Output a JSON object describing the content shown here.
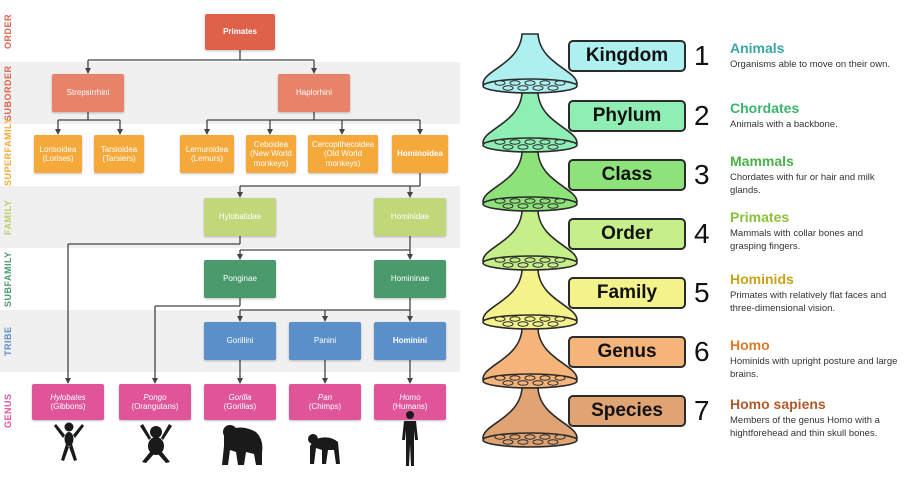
{
  "tree": {
    "ranks": [
      {
        "label": "ORDER",
        "color": "#e0614a",
        "bg": "#ffffff"
      },
      {
        "label": "SUBORDER",
        "color": "#e0614a",
        "bg": "#f0f0f0"
      },
      {
        "label": "SUPERFAMILY",
        "color": "#f4a93a",
        "bg": "#ffffff"
      },
      {
        "label": "FAMILY",
        "color": "#b9cf6b",
        "bg": "#f0f0f0"
      },
      {
        "label": "SUBFAMILY",
        "color": "#4a9a6e",
        "bg": "#ffffff"
      },
      {
        "label": "TRIBE",
        "color": "#5a8fc9",
        "bg": "#f0f0f0"
      },
      {
        "label": "GENUS",
        "color": "#e0559a",
        "bg": "#ffffff"
      }
    ],
    "nodes": {
      "primates": {
        "l1": "Primates"
      },
      "strepsirrhini": {
        "l1": "Strepsirrhini"
      },
      "haplorhini": {
        "l1": "Haplorhini"
      },
      "lorisoidea": {
        "l1": "Lorisoidea",
        "l2": "(Lorises)"
      },
      "tarsioidea": {
        "l1": "Tarsioidea",
        "l2": "(Tarsiers)"
      },
      "lemuroidea": {
        "l1": "Lemuroidea",
        "l2": "(Lemurs)"
      },
      "ceboidea": {
        "l1": "Ceboidea",
        "l2": "(New World",
        "l3": "monkeys)"
      },
      "cercopithecoidea": {
        "l1": "Cercopithecoidea",
        "l2": "(Old World",
        "l3": "monkeys)"
      },
      "hominoidea": {
        "l1": "Hominoidea"
      },
      "hylobatidae": {
        "l1": "Hylobatidae"
      },
      "hominidae": {
        "l1": "Hominidae"
      },
      "ponginae": {
        "l1": "Ponginae"
      },
      "homininae": {
        "l1": "Homininae"
      },
      "gorillini": {
        "l1": "Gorillini"
      },
      "panini": {
        "l1": "Panini"
      },
      "hominini": {
        "l1": "Hominini"
      },
      "hylobates": {
        "l1": "Hylobates",
        "l2": "(Gibbons)"
      },
      "pongo": {
        "l1": "Pongo",
        "l2": "(Orangutans)"
      },
      "gorilla": {
        "l1": "Gorilla",
        "l2": "(Gorillas)"
      },
      "pan": {
        "l1": "Pan",
        "l2": "(Chimps)"
      },
      "homo": {
        "l1": "Homo",
        "l2": "(Humans)"
      }
    }
  },
  "hierarchy": {
    "levels": [
      {
        "rank": "Kingdom",
        "num": "1",
        "name": "Animals",
        "desc": "Organisms able to move on their own.",
        "fill": "#aef0ef",
        "name_color": "#3aa6a6"
      },
      {
        "rank": "Phylum",
        "num": "2",
        "name": "Chordates",
        "desc": "Animals with a backbone.",
        "fill": "#8eeeb4",
        "name_color": "#3ab56e"
      },
      {
        "rank": "Class",
        "num": "3",
        "name": "Mammals",
        "desc": "Chordates with fur or hair and milk glands.",
        "fill": "#8ee27a",
        "name_color": "#4ab04a"
      },
      {
        "rank": "Order",
        "num": "4",
        "name": "Primates",
        "desc": "Mammals with collar bones and grasping fingers.",
        "fill": "#c6ef8a",
        "name_color": "#8cbf3a"
      },
      {
        "rank": "Family",
        "num": "5",
        "name": "Hominids",
        "desc": "Primates with relatively flat faces and three-dimensional vision.",
        "fill": "#f4f28a",
        "name_color": "#c9a21a"
      },
      {
        "rank": "Genus",
        "num": "6",
        "name": "Homo",
        "desc": "Hominids with upright posture and large brains.",
        "fill": "#f4b47a",
        "name_color": "#e07a2a"
      },
      {
        "rank": "Species",
        "num": "7",
        "name": "Homo sapiens",
        "desc": "Members of the genus Homo with a hightforehead and thin skull bones.",
        "fill": "#e0a474",
        "name_color": "#b05a2a"
      }
    ]
  }
}
